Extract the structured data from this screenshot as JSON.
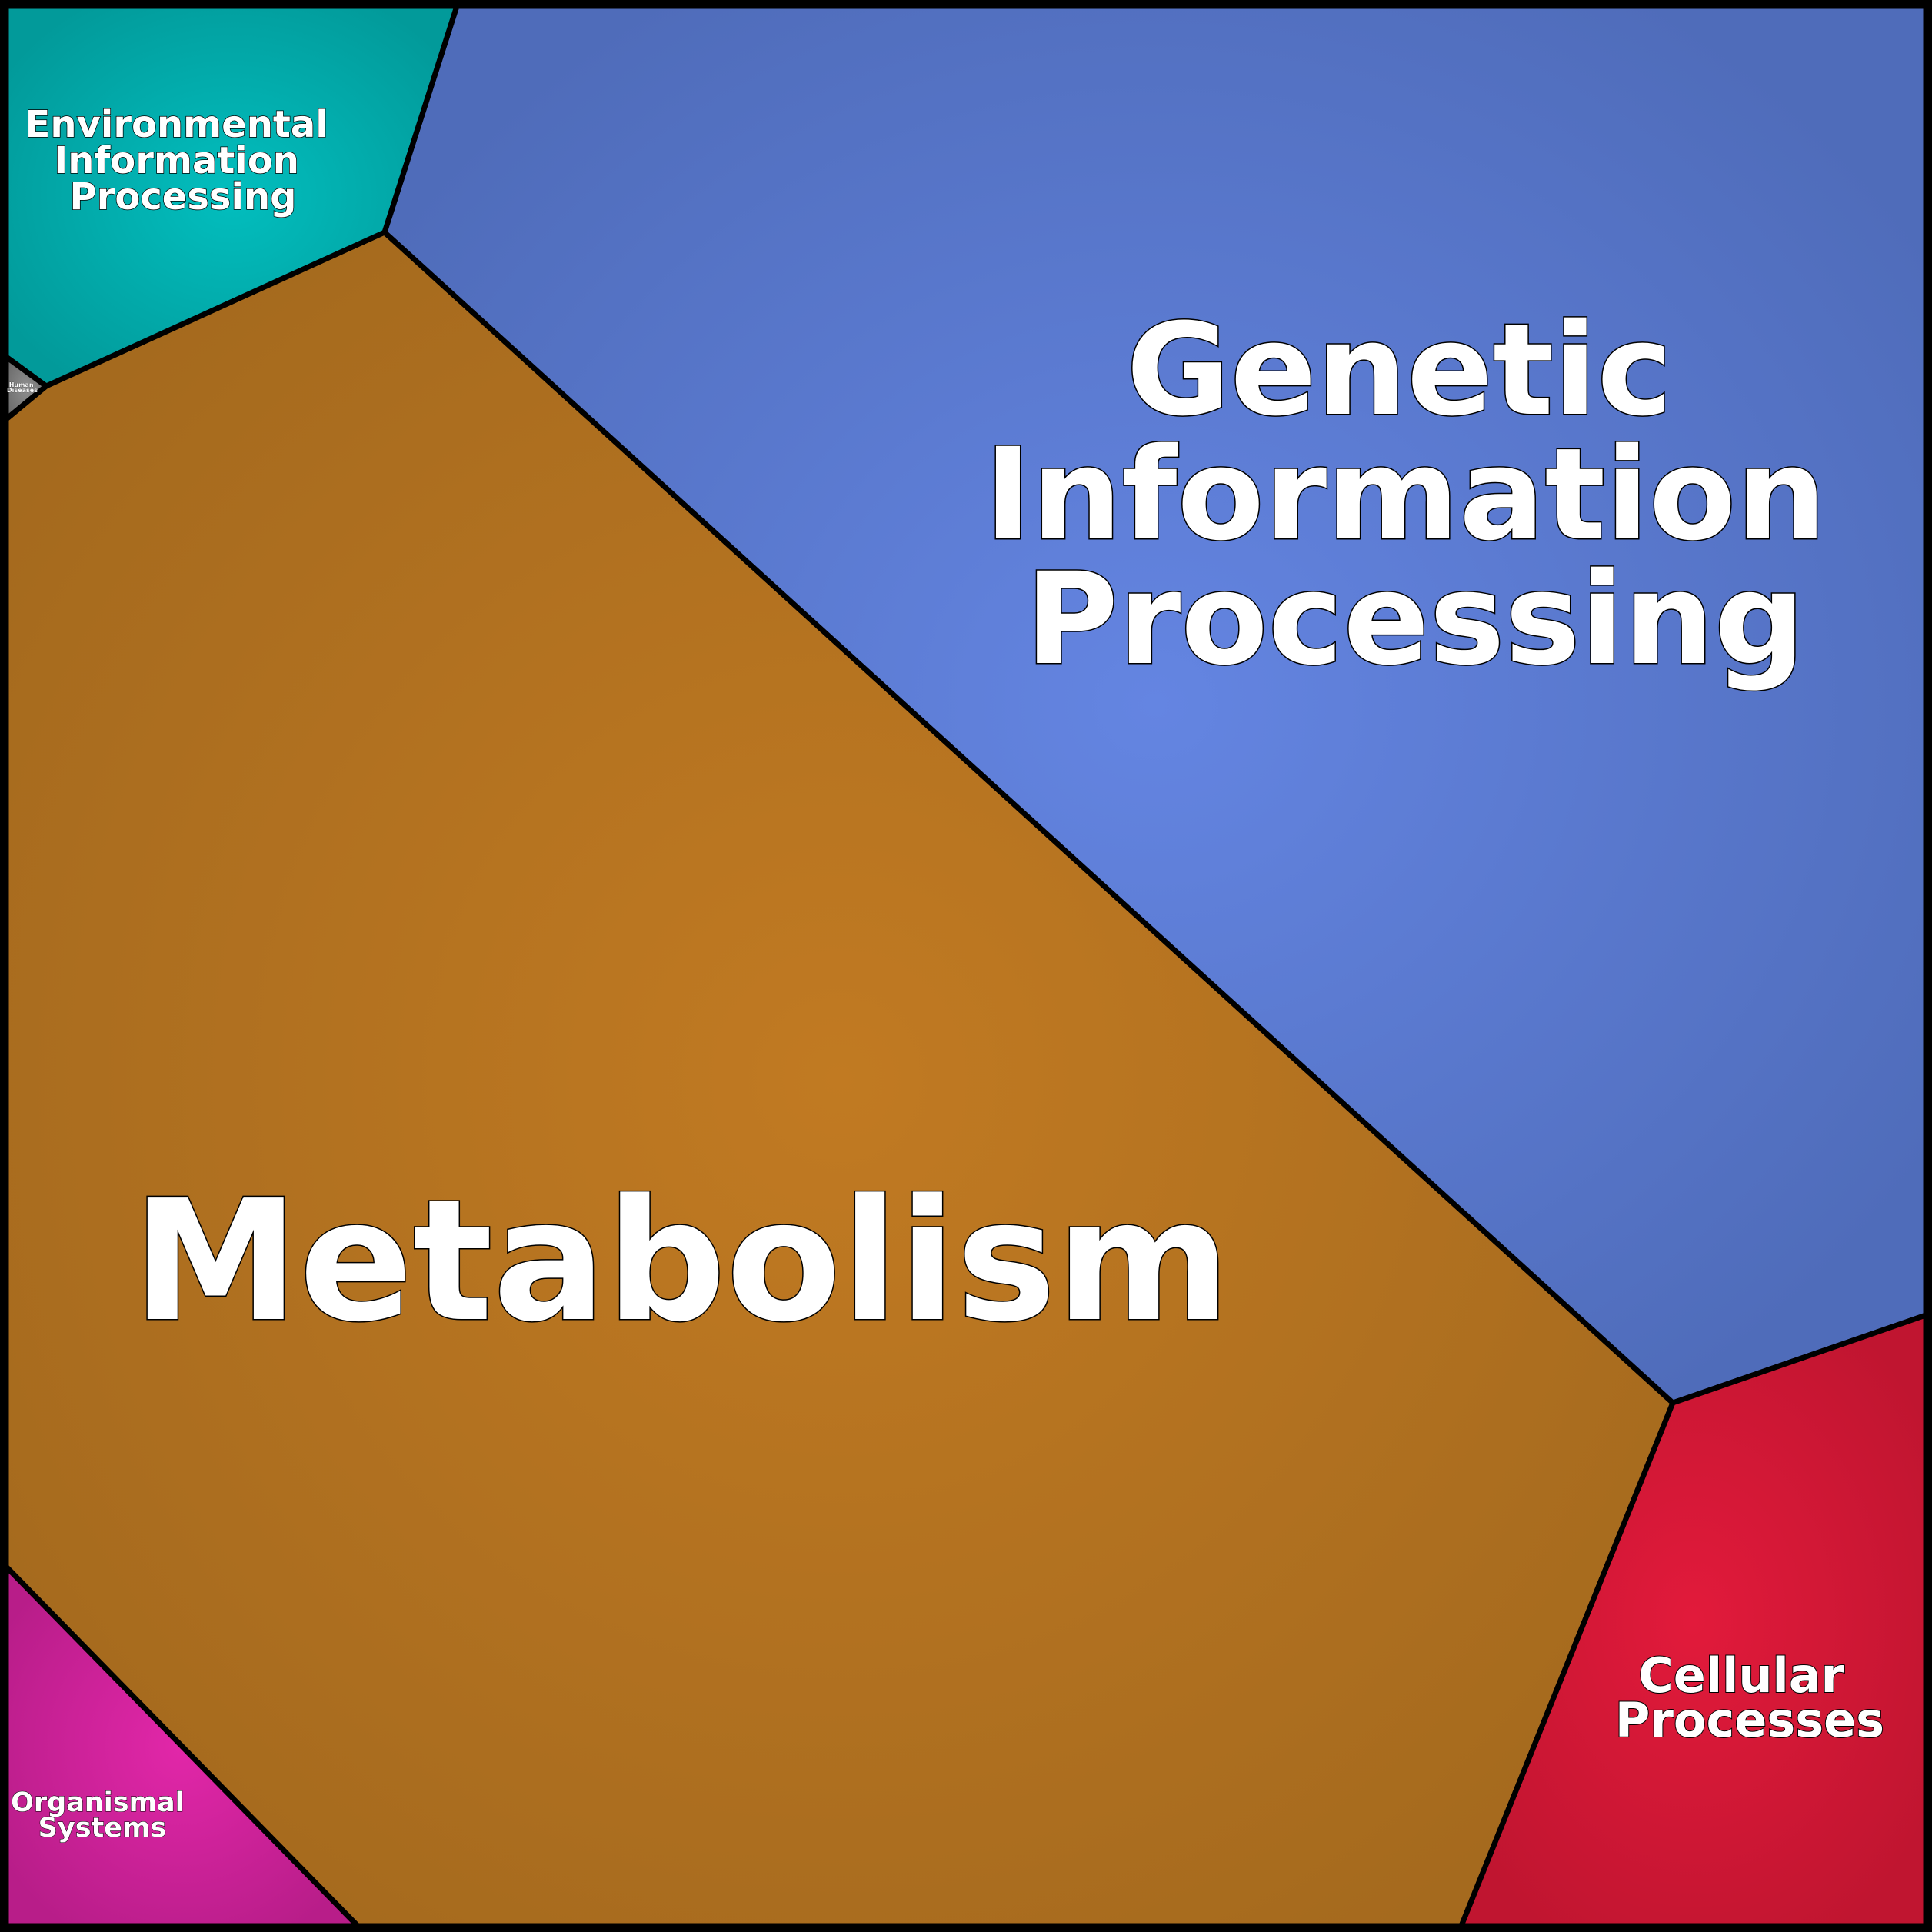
{
  "diagram": {
    "type": "voronoi-treemap",
    "categories": [
      {
        "id": "metabolism",
        "lines": [
          "Metabolism"
        ],
        "color": "#C17A22",
        "color_edge": "#A56A1E"
      },
      {
        "id": "genetic",
        "lines": [
          "Genetic",
          "Information",
          "Processing"
        ],
        "color": "#6485E2",
        "color_edge": "#4F6CBA"
      },
      {
        "id": "environmental",
        "lines": [
          "Environmental",
          "Information",
          "Processing"
        ],
        "color": "#02BEBE",
        "color_edge": "#029A9A"
      },
      {
        "id": "cellular",
        "lines": [
          "Cellular",
          "Processes"
        ],
        "color": "#E21A3B",
        "color_edge": "#C01530"
      },
      {
        "id": "organismal",
        "lines": [
          "Organismal",
          "Systems"
        ],
        "color": "#E227A9",
        "color_edge": "#B81D89"
      },
      {
        "id": "human",
        "lines": [
          "Human",
          "Diseases"
        ],
        "color": "#8E8E8E",
        "color_edge": "#6A6A6A"
      }
    ]
  }
}
